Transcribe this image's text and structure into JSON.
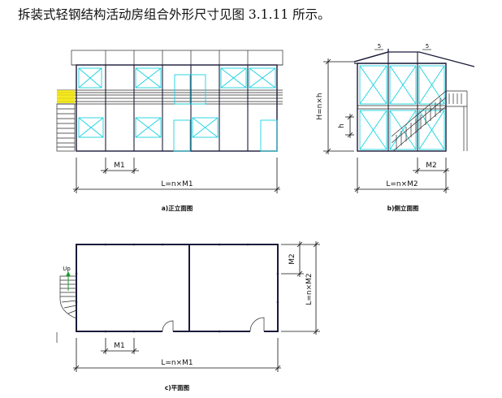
{
  "title": "拆装式轻钢结构活动房组合外形尺寸见图 3.1.11 所示。",
  "labels": {
    "front_m1": "M1",
    "front_l": "L=n×M1",
    "front_caption": "a)正立面图",
    "side_h_total": "H=n×h",
    "side_h": "h",
    "side_m2": "M2",
    "side_l": "L=n×M2",
    "side_caption": "b)侧立面图",
    "side_roof_left": "5",
    "side_roof_right": "5",
    "plan_up": "Up",
    "plan_m2": "M2",
    "plan_l_vertical": "L=n×M2",
    "plan_m1": "M1",
    "plan_l": "L=n×M1",
    "plan_caption": "c)平面图"
  },
  "colors": {
    "window": "#19d3e0",
    "stair_rail": "#f0e000",
    "up_arrow": "#1a9a2a",
    "line": "#1b1b3a"
  }
}
